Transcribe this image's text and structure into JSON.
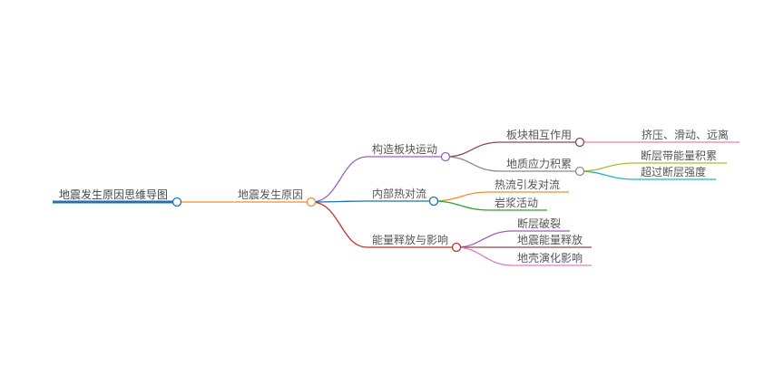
{
  "mindmap": {
    "root": {
      "label": "地震发生原因思维导图",
      "color": "#1f6fb2"
    },
    "main": {
      "label": "地震发生原因",
      "color": "#f08c2a"
    },
    "branches": [
      {
        "label": "构造板块运动",
        "color": "#9b5fc0",
        "children": [
          {
            "label": "板块相互作用",
            "color": "#8b4a4a",
            "children": [
              {
                "label": "挤压、滑动、远离",
                "color": "#e07fc0"
              }
            ]
          },
          {
            "label": "地质应力积累",
            "color": "#8a8a8a",
            "children": [
              {
                "label": "断层带能量积累",
                "color": "#b8b82a"
              },
              {
                "label": "超过断层强度",
                "color": "#1bb8c8"
              }
            ]
          }
        ]
      },
      {
        "label": "内部热对流",
        "color": "#1f6fb2",
        "children": [
          {
            "label": "热流引发对流",
            "color": "#f08c2a"
          },
          {
            "label": "岩浆活动",
            "color": "#2ca02c"
          }
        ]
      },
      {
        "label": "能量释放与影响",
        "color": "#c0302a",
        "children": [
          {
            "label": "断层破裂",
            "color": "#9b5fc0"
          },
          {
            "label": "地震能量释放",
            "color": "#8b4a4a"
          },
          {
            "label": "地壳演化影响",
            "color": "#e07fc0"
          }
        ]
      }
    ]
  }
}
